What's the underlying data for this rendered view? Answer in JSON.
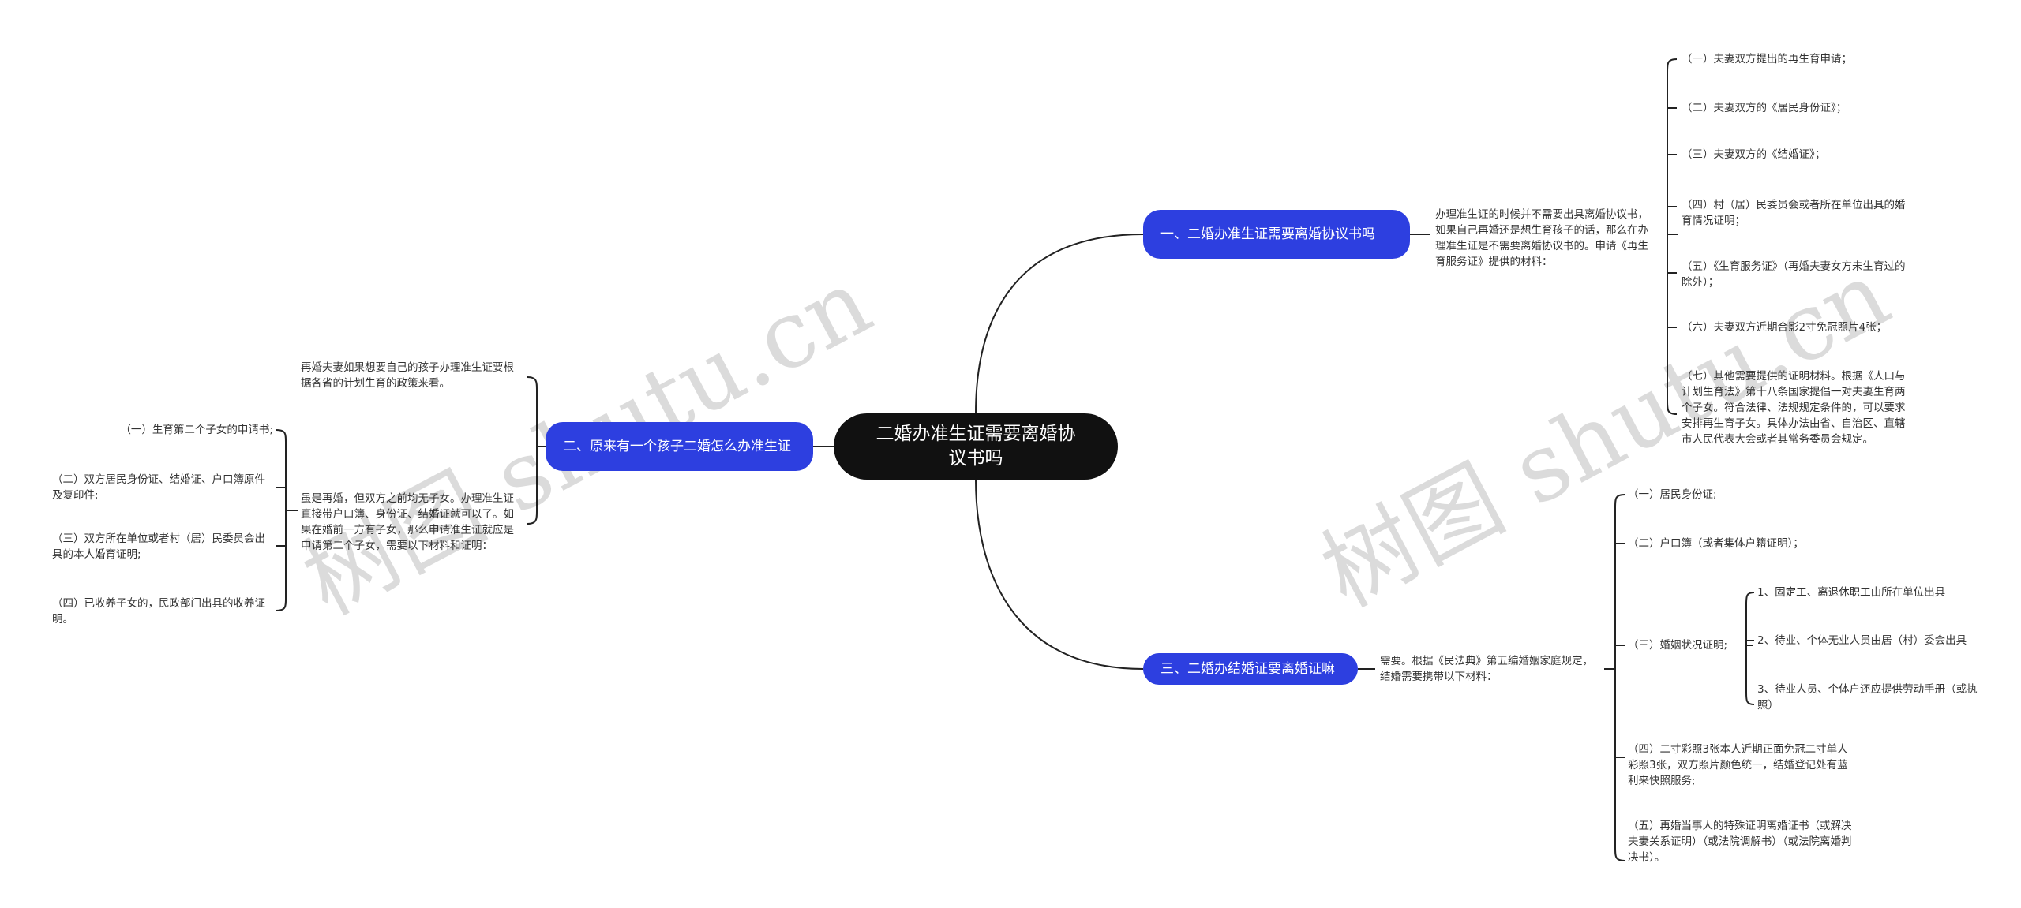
{
  "watermark": "树图 shutu.cn",
  "root": "二婚办准生证需要离婚协议书吗",
  "branch1": {
    "title": "一、二婚办准生证需要离婚协议书吗",
    "desc": "办理准生证的时候并不需要出具离婚协议书，如果自己再婚还是想生育孩子的话，那么在办理准生证是不需要离婚协议书的。申请《再生育服务证》提供的材料：",
    "items": [
      "（一）夫妻双方提出的再生育申请；",
      "（二）夫妻双方的《居民身份证》；",
      "（三）夫妻双方的《结婚证》；",
      "（四）村（居）民委员会或者所在单位出具的婚育情况证明；",
      "（五）《生育服务证》（再婚夫妻女方未生育过的除外）；",
      "（六）夫妻双方近期合影2寸免冠照片4张；",
      "（七）其他需要提供的证明材料。根据《人口与计划生育法》第十八条国家提倡一对夫妻生育两个子女。符合法律、法规规定条件的，可以要求安排再生育子女。具体办法由省、自治区、直辖市人民代表大会或者其常务委员会规定。"
    ]
  },
  "branch2": {
    "title": "二、原来有一个孩子二婚怎么办准生证",
    "desc1": "再婚夫妻如果想要自己的孩子办理准生证要根据各省的计划生育的政策来看。",
    "desc2": "虽是再婚，但双方之前均无子女。办理准生证直接带户口簿、身份证、结婚证就可以了。如果在婚前一方有子女，那么申请准生证就应是申请第二个子女，需要以下材料和证明：",
    "items": [
      "（一）生育第二个子女的申请书;",
      "（二）双方居民身份证、结婚证、户口簿原件及复印件;",
      "（三）双方所在单位或者村（居）民委员会出具的本人婚育证明;",
      "（四）已收养子女的，民政部门出具的收养证明。"
    ]
  },
  "branch3": {
    "title": "三、二婚办结婚证要离婚证嘛",
    "desc": "需要。根据《民法典》第五编婚姻家庭规定，结婚需要携带以下材料：",
    "items": [
      "（一）居民身份证;",
      "（二）户口簿（或者集体户籍证明）；",
      "（三）婚姻状况证明;",
      "（四）二寸彩照3张本人近期正面免冠二寸单人彩照3张，双方照片颜色统一，结婚登记处有蓝利来快照服务;",
      "（五）再婚当事人的特殊证明离婚证书（或解决夫妻关系证明）（或法院调解书）（或法院离婚判决书）。"
    ],
    "subitems": [
      "1、固定工、离退休职工由所在单位出具",
      "2、待业、个体无业人员由居（村）委会出具",
      "3、待业人员、个体户还应提供劳动手册（或执照）"
    ]
  }
}
